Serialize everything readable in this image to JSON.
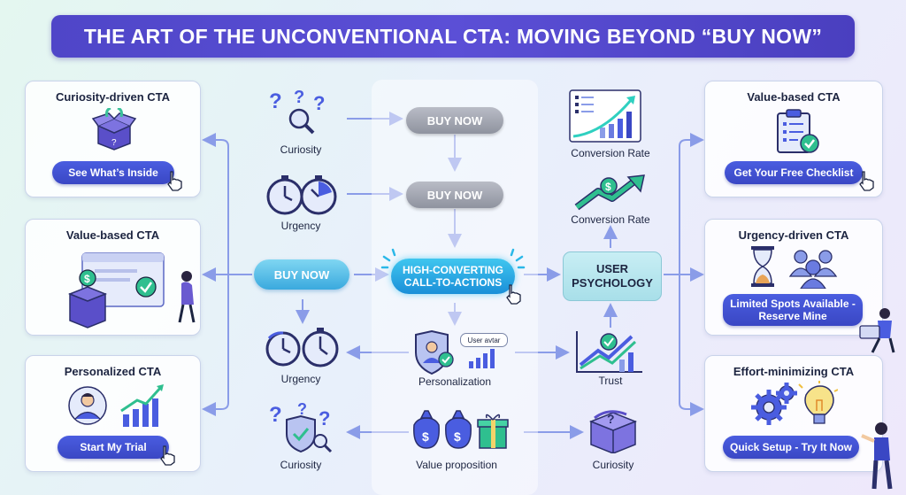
{
  "title": "THE ART OF THE UNCONVENTIONAL CTA: MOVING BEYOND “BUY NOW”",
  "left_cards": [
    {
      "title": "Curiosity-driven CTA",
      "button": "See What’s Inside",
      "icon": "open-box-icon"
    },
    {
      "title": "Value-based CTA",
      "button": "",
      "icon": "box-and-checklist-illustration"
    },
    {
      "title": "Personalized CTA",
      "button": "Start My Trial",
      "icon": "user-growth-chart-icon"
    }
  ],
  "right_cards": [
    {
      "title": "Value-based CTA",
      "button": "Get Your Free Checklist",
      "icon": "clipboard-checklist-icon"
    },
    {
      "title": "Urgency-driven CTA",
      "button": "Limited Spots Available - Reserve Mine",
      "icon": "hourglass-group-icon"
    },
    {
      "title": "Effort-minimizing CTA",
      "button": "Quick Setup - Try It Now",
      "icon": "gears-lightbulb-icon"
    }
  ],
  "left_mid": {
    "curiosity_top": "Curiosity",
    "urgency_top": "Urgency",
    "buy_now": "BUY NOW",
    "urgency_bottom": "Urgency",
    "curiosity_bottom": "Curiosity"
  },
  "center": {
    "buy_now_1": "BUY NOW",
    "buy_now_2": "BUY NOW",
    "high_converting": "HIGH-CONVERTING CALL-TO-ACTIONS",
    "personalization": "Personalization",
    "user_avatar_tag": "User avtar",
    "value_proposition": "Value proposition"
  },
  "right_mid": {
    "conversion_rate_1": "Conversion Rate",
    "conversion_rate_2": "Conversion Rate",
    "user_psychology": "USER PSYCHOLOGY",
    "trust": "Trust",
    "curiosity": "Curiosity"
  },
  "colors": {
    "title_bg": "#4f46c8",
    "button_blue": "#3a47c4",
    "cyan_pill": "#3aa9de",
    "connector": "#8a9ce8",
    "gray_pill": "#9a9ea9"
  }
}
